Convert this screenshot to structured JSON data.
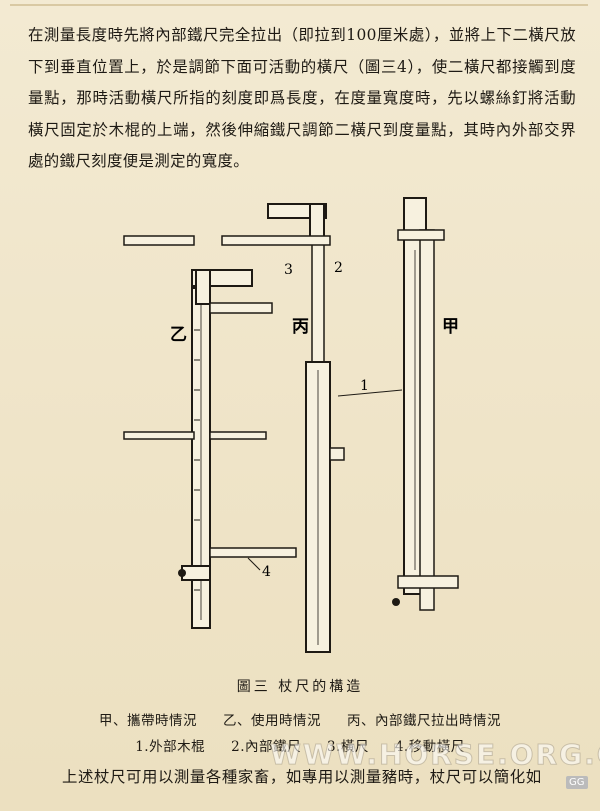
{
  "paragraph": "在測量長度時先將內部鐵尺完全拉出（即拉到100厘米處），並將上下二橫尺放下到垂直位置上，於是調節下面可活動的橫尺（圖三4），使二橫尺都接觸到度量點，那時活動橫尺所指的刻度即爲長度，在度量寬度時，先以螺絲釘將活動橫尺固定於木棍的上端，然後伸縮鐵尺調節二橫尺到度量點，其時內外部交界處的鐵尺刻度便是測定的寬度。",
  "figure": {
    "label_jia": "甲",
    "label_yi": "乙",
    "label_bing": "丙",
    "callout_1": "1",
    "callout_2": "2",
    "callout_3": "3",
    "callout_4": "4"
  },
  "caption": {
    "title": "圖三 杖尺的構造",
    "row1": [
      "甲、攜帶時情況",
      "乙、使用時情況",
      "丙、內部鐵尺拉出時情況"
    ],
    "row2": [
      "1.外部木棍",
      "2.內部鐵尺",
      "3.橫尺",
      "4.移動橫尺"
    ]
  },
  "last_line": "上述杖尺可用以測量各種家畜，如專用以測量豬時，杖尺可以簡化如",
  "watermark": "WWW.HORSE.ORG.CN",
  "corner_badge": "GG"
}
